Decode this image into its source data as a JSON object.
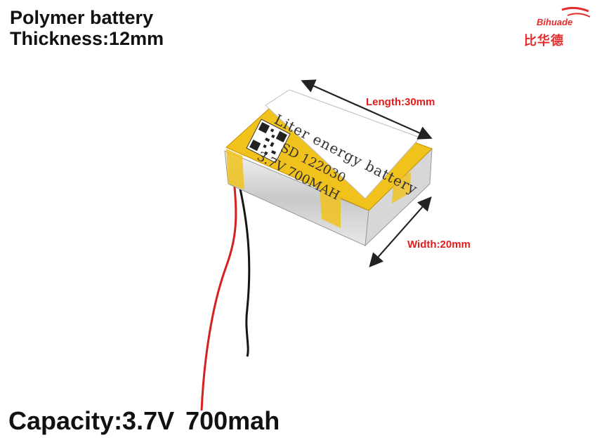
{
  "header": {
    "line1": "Polymer battery",
    "line2": "Thickness:12mm"
  },
  "logo": {
    "latin": "Bihuade",
    "cjk": "比华德"
  },
  "dimensions": {
    "length": "Length:30mm",
    "width": "Width:20mm"
  },
  "battery_label": {
    "line1": "Liter energy battery",
    "line2": "SD 122030",
    "line3": "3.7V 700MAH"
  },
  "footer": {
    "voltage": "Capacity:3.7V",
    "capacity": "700mah"
  },
  "colors": {
    "arrow": "#222222",
    "dim_label": "#e31b1b",
    "tape": "#f2c21b",
    "logo": "#e62b2b"
  }
}
